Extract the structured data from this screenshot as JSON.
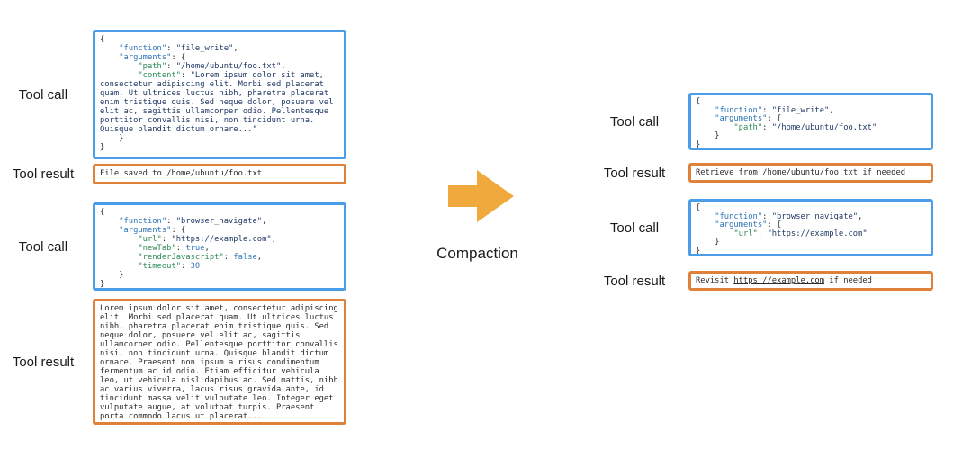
{
  "colors": {
    "blue_border": "#4A9DE8",
    "orange_border": "#E0813B",
    "arrow": "#F0A93C",
    "key1": "#2E75B6",
    "key2": "#2E8B57",
    "str": "#1F3864",
    "lit": "#2E75B6"
  },
  "compaction_label": "Compaction",
  "left": {
    "call1": {
      "label": "Tool call",
      "lines": [
        [
          [
            "{",
            "p"
          ]
        ],
        [
          [
            "    ",
            "p"
          ],
          [
            "\"function\"",
            "k1"
          ],
          [
            ": ",
            "p"
          ],
          [
            "\"file_write\"",
            "s"
          ],
          [
            ",",
            "p"
          ]
        ],
        [
          [
            "    ",
            "p"
          ],
          [
            "\"arguments\"",
            "k1"
          ],
          [
            ": {",
            "p"
          ]
        ],
        [
          [
            "        ",
            "p"
          ],
          [
            "\"path\"",
            "k2"
          ],
          [
            ": ",
            "p"
          ],
          [
            "\"/home/ubuntu/foo.txt\"",
            "s"
          ],
          [
            ",",
            "p"
          ]
        ],
        [
          [
            "        ",
            "p"
          ],
          [
            "\"content\"",
            "k2"
          ],
          [
            ": ",
            "p"
          ],
          [
            "\"Lorem ipsum dolor sit amet,",
            "s"
          ]
        ],
        [
          [
            "consectetur adipiscing elit. Morbi sed placerat",
            "s"
          ]
        ],
        [
          [
            "quam. Ut ultrices luctus nibh, pharetra placerat",
            "s"
          ]
        ],
        [
          [
            "enim tristique quis. Sed neque dolor, posuere vel",
            "s"
          ]
        ],
        [
          [
            "elit ac, sagittis ullamcorper odio. Pellentesque",
            "s"
          ]
        ],
        [
          [
            "porttitor convallis nisi, non tincidunt urna.",
            "s"
          ]
        ],
        [
          [
            "Quisque blandit dictum ornare...\"",
            "s"
          ]
        ],
        [
          [
            "    }",
            "p"
          ]
        ],
        [
          [
            "}",
            "p"
          ]
        ]
      ]
    },
    "result1": {
      "label": "Tool result",
      "lines": [
        [
          [
            "File saved to /home/ubuntu/foo.txt",
            "p"
          ]
        ]
      ]
    },
    "call2": {
      "label": "Tool call",
      "lines": [
        [
          [
            "{",
            "p"
          ]
        ],
        [
          [
            "    ",
            "p"
          ],
          [
            "\"function\"",
            "k1"
          ],
          [
            ": ",
            "p"
          ],
          [
            "\"browser_navigate\"",
            "s"
          ],
          [
            ",",
            "p"
          ]
        ],
        [
          [
            "    ",
            "p"
          ],
          [
            "\"arguments\"",
            "k1"
          ],
          [
            ": {",
            "p"
          ]
        ],
        [
          [
            "        ",
            "p"
          ],
          [
            "\"url\"",
            "k2"
          ],
          [
            ": ",
            "p"
          ],
          [
            "\"https://example.com\"",
            "s"
          ],
          [
            ",",
            "p"
          ]
        ],
        [
          [
            "        ",
            "p"
          ],
          [
            "\"newTab\"",
            "k2"
          ],
          [
            ": ",
            "p"
          ],
          [
            "true",
            "l"
          ],
          [
            ",",
            "p"
          ]
        ],
        [
          [
            "        ",
            "p"
          ],
          [
            "\"renderJavascript\"",
            "k2"
          ],
          [
            ": ",
            "p"
          ],
          [
            "false",
            "l"
          ],
          [
            ",",
            "p"
          ]
        ],
        [
          [
            "        ",
            "p"
          ],
          [
            "\"timeout\"",
            "k2"
          ],
          [
            ": ",
            "p"
          ],
          [
            "30",
            "l"
          ]
        ],
        [
          [
            "    }",
            "p"
          ]
        ],
        [
          [
            "}",
            "p"
          ]
        ]
      ]
    },
    "result2": {
      "label": "Tool result",
      "lines": [
        [
          [
            "Lorem ipsum dolor sit amet, consectetur adipiscing",
            "p"
          ]
        ],
        [
          [
            "elit. Morbi sed placerat quam. Ut ultrices luctus",
            "p"
          ]
        ],
        [
          [
            "nibh, pharetra placerat enim tristique quis. Sed",
            "p"
          ]
        ],
        [
          [
            "neque dolor, posuere vel elit ac, sagittis",
            "p"
          ]
        ],
        [
          [
            "ullamcorper odio. Pellentesque porttitor convallis",
            "p"
          ]
        ],
        [
          [
            "nisi, non tincidunt urna. Quisque blandit dictum",
            "p"
          ]
        ],
        [
          [
            "ornare. Praesent non ipsum a risus condimentum",
            "p"
          ]
        ],
        [
          [
            "fermentum ac id odio. Etiam efficitur vehicula",
            "p"
          ]
        ],
        [
          [
            "leo, ut vehicula nisl dapibus ac. Sed mattis, nibh",
            "p"
          ]
        ],
        [
          [
            "ac varius viverra, lacus risus gravida ante, id",
            "p"
          ]
        ],
        [
          [
            "tincidunt massa velit vulputate leo. Integer eget",
            "p"
          ]
        ],
        [
          [
            "vulputate augue, at volutpat turpis. Praesent",
            "p"
          ]
        ],
        [
          [
            "porta commodo lacus ut placerat...",
            "p"
          ]
        ]
      ]
    }
  },
  "right": {
    "call1": {
      "label": "Tool call",
      "lines": [
        [
          [
            "{",
            "p"
          ]
        ],
        [
          [
            "    ",
            "p"
          ],
          [
            "\"function\"",
            "k1"
          ],
          [
            ": ",
            "p"
          ],
          [
            "\"file_write\"",
            "s"
          ],
          [
            ",",
            "p"
          ]
        ],
        [
          [
            "    ",
            "p"
          ],
          [
            "\"arguments\"",
            "k1"
          ],
          [
            ": {",
            "p"
          ]
        ],
        [
          [
            "        ",
            "p"
          ],
          [
            "\"path\"",
            "k2"
          ],
          [
            ": ",
            "p"
          ],
          [
            "\"/home/ubuntu/foo.txt\"",
            "s"
          ]
        ],
        [
          [
            "    }",
            "p"
          ]
        ],
        [
          [
            "}",
            "p"
          ]
        ]
      ]
    },
    "result1": {
      "label": "Tool result",
      "lines": [
        [
          [
            "Retrieve from /home/ubuntu/foo.txt if needed",
            "p"
          ]
        ]
      ]
    },
    "call2": {
      "label": "Tool call",
      "lines": [
        [
          [
            "{",
            "p"
          ]
        ],
        [
          [
            "    ",
            "p"
          ],
          [
            "\"function\"",
            "k1"
          ],
          [
            ": ",
            "p"
          ],
          [
            "\"browser_navigate\"",
            "s"
          ],
          [
            ",",
            "p"
          ]
        ],
        [
          [
            "    ",
            "p"
          ],
          [
            "\"arguments\"",
            "k1"
          ],
          [
            ": {",
            "p"
          ]
        ],
        [
          [
            "        ",
            "p"
          ],
          [
            "\"url\"",
            "k2"
          ],
          [
            ": ",
            "p"
          ],
          [
            "\"https://example.com\"",
            "s"
          ]
        ],
        [
          [
            "    }",
            "p"
          ]
        ],
        [
          [
            "}",
            "p"
          ]
        ]
      ]
    },
    "result2": {
      "label": "Tool result",
      "lines": [
        [
          [
            "Revisit ",
            "p"
          ],
          [
            "https://example.com",
            "u"
          ],
          [
            " if needed",
            "p"
          ]
        ]
      ]
    }
  }
}
